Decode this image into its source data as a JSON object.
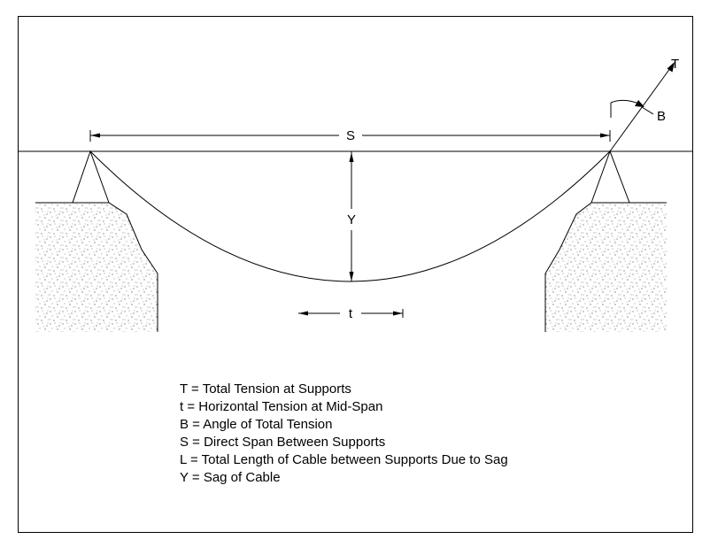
{
  "labels": {
    "tension_total": "T",
    "angle": "B",
    "span": "S",
    "sag": "Y",
    "tension_horizontal": "t"
  },
  "legend": [
    "T = Total Tension at Supports",
    "t = Horizontal Tension at Mid-Span",
    "B = Angle of Total Tension",
    "S = Direct Span Between Supports",
    "L = Total Length of Cable between Supports Due to Sag",
    "Y = Sag of Cable"
  ]
}
